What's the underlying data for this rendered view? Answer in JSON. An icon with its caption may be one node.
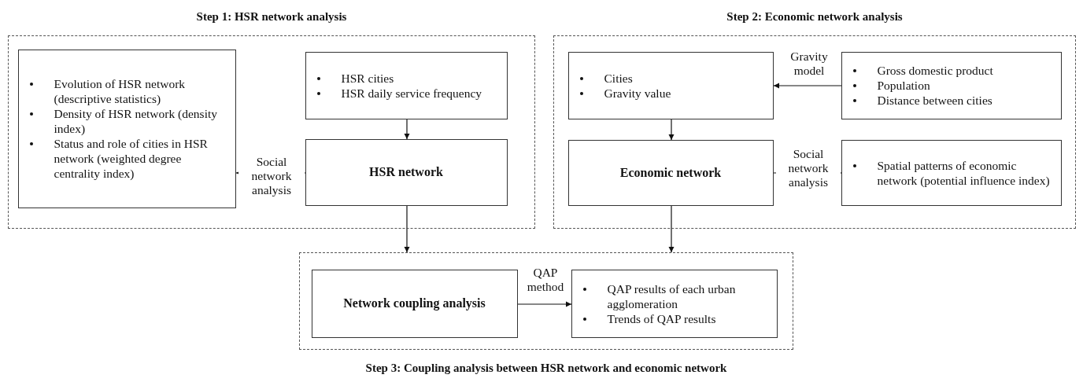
{
  "diagram": {
    "nodes": [
      {
        "text": [
          "Step 1: HSR network analysis"
        ]
      },
      {
        "text": [
          "Evolution of HSR network (descriptive statistics)",
          "Density of HSR network (density index)",
          "Status and role of cities in HSR network (weighted degree centrality index)"
        ],
        "in": 0
      },
      {
        "text": [
          "HSR cities",
          "HSR daily service frequency"
        ],
        "in": 0
      },
      {
        "text": [
          "HSR network"
        ],
        "in": 0
      },
      {
        "text": [
          "Step 2: Economic network analysis"
        ]
      },
      {
        "text": [
          "Cities",
          "Gravity value"
        ],
        "in": 4
      },
      {
        "text": [
          "Gross domestic product",
          "Population",
          "Distance between cities"
        ],
        "in": 4
      },
      {
        "text": [
          "Economic network"
        ],
        "in": 4
      },
      {
        "text": [
          "Spatial patterns of economic network (potential influence index)"
        ],
        "in": 4
      },
      {
        "text": [
          "Step 3: Coupling analysis between HSR network and economic network"
        ]
      },
      {
        "text": [
          "Network coupling analysis"
        ],
        "in": 9
      },
      {
        "text": [
          "QAP results of  each urban agglomeration",
          "Trends of QAP results"
        ],
        "in": 9
      }
    ],
    "edges": [
      {
        "from": 2,
        "to": 3,
        "arrow": "to"
      },
      {
        "from": 3,
        "to": 1,
        "arrow": "to",
        "label": "Social network analysis",
        "style": "dashed"
      },
      {
        "from": 6,
        "to": 5,
        "arrow": "to",
        "label": "Gravity model"
      },
      {
        "from": 5,
        "to": 7,
        "arrow": "to"
      },
      {
        "from": 7,
        "to": 8,
        "arrow": "to",
        "label": "Social network analysis",
        "style": "dashed"
      },
      {
        "from": 3,
        "to": 9,
        "arrow": "to"
      },
      {
        "from": 7,
        "to": 9,
        "arrow": "to"
      },
      {
        "from": 10,
        "to": 11,
        "arrow": "to",
        "label": "QAP method"
      }
    ]
  }
}
